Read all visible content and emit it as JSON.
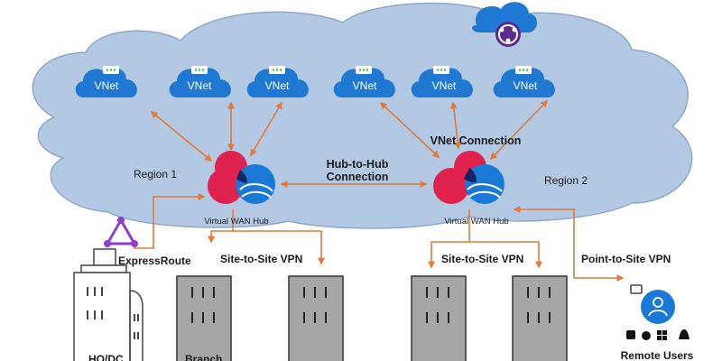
{
  "vnets": [
    "VNet",
    "VNet",
    "VNet",
    "VNet",
    "VNet",
    "VNet"
  ],
  "regions": {
    "left": "Region 1",
    "right": "Region 2"
  },
  "hub_to_hub": {
    "line1": "Hub-to-Hub",
    "line2": "Connection"
  },
  "vnet_connection": "VNet Connection",
  "hubs": {
    "left": "Virtual WAN Hub",
    "right": "Virtual WAN Hub"
  },
  "connections": {
    "expressroute": "ExpressRoute",
    "s2s_left": "Site-to-Site VPN",
    "s2s_right": "Site-to-Site VPN",
    "p2s": "Point-to-Site VPN"
  },
  "sites": {
    "hq": "HQ/DC",
    "branch": "Branch",
    "remote": "Remote Users"
  },
  "colors": {
    "cloud": "#b3c9e3",
    "vnet": "#1f78d1",
    "arrow": "#e07b39",
    "hub_red": "#e0224e",
    "hub_blue": "#1a78d6",
    "hub_dark": "#13255e",
    "building": "#a6a6a6",
    "expressroute": "#8a3fd1"
  }
}
